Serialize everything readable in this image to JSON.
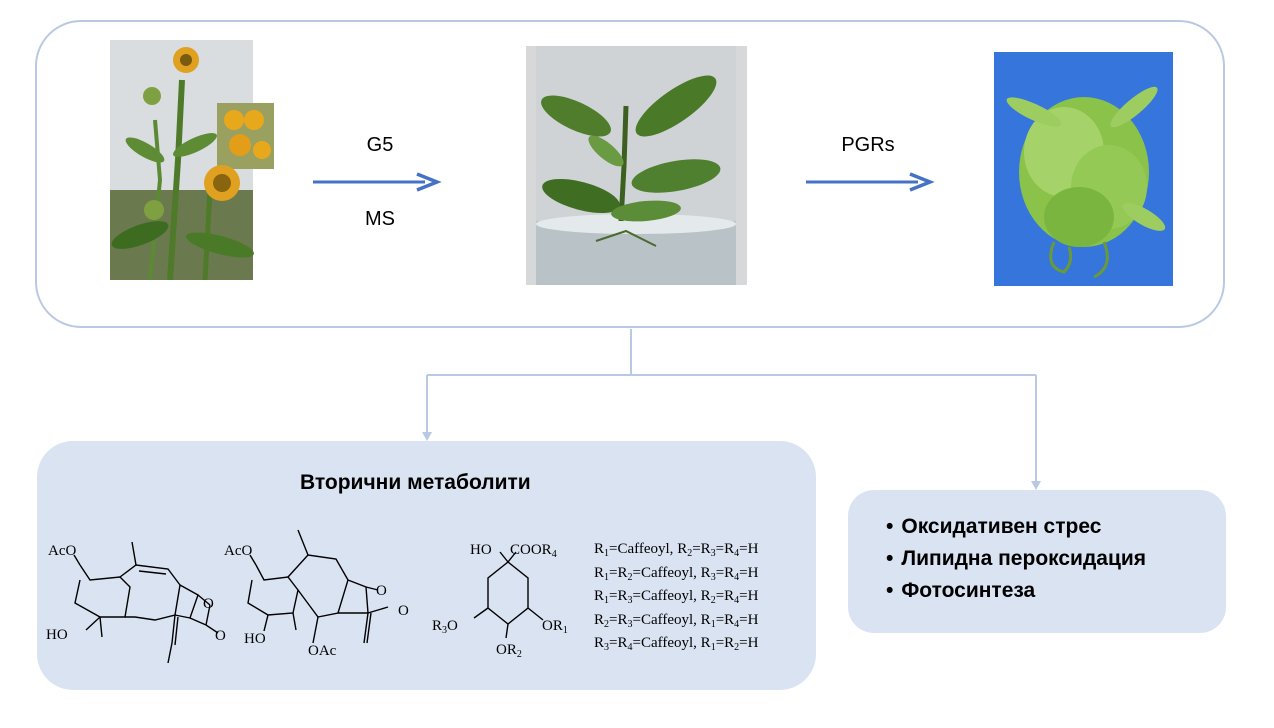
{
  "pipeline": {
    "step1": {
      "top_label": "G5",
      "bottom_label": "MS"
    },
    "step2": {
      "top_label": "PGRs"
    }
  },
  "metabolites": {
    "title": "Вторични метаболити",
    "substituents": [
      {
        "a": "1",
        "a_val": "=Caffeoyl, ",
        "b": "2",
        "c": "3",
        "d": "4",
        "rest": "=H"
      },
      {
        "a": "1",
        "a_val": "=",
        "b": "2",
        "b_val": "=Caffeoyl, ",
        "c": "3",
        "d": "4",
        "rest": "=H"
      },
      {
        "a": "1",
        "a_val": "=",
        "b": "3",
        "b_val": "=Caffeoyl, ",
        "c": "2",
        "d": "4",
        "rest": "=H"
      },
      {
        "a": "2",
        "a_val": "=",
        "b": "3",
        "b_val": "=Caffeoyl, ",
        "c": "1",
        "d": "4",
        "rest": "=H"
      },
      {
        "a": "3",
        "a_val": "=",
        "b": "4",
        "b_val": "=Caffeoyl, ",
        "c": "1",
        "d": "2",
        "rest": "=H"
      }
    ]
  },
  "effects": {
    "items": [
      "Оксидативен стрес",
      "Липидна пероксидация",
      "Фотосинтеза"
    ]
  },
  "colors": {
    "arrow": "#4472c4",
    "box_fill": "#dae3f2",
    "box_border": "#b9c9e2",
    "connector": "#b9c9e2"
  }
}
